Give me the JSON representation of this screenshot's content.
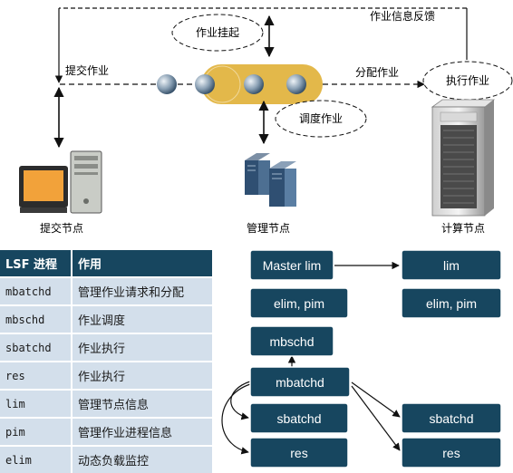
{
  "top": {
    "feedback_label": "作业信息反馈",
    "suspend_label": "作业挂起",
    "submit_label": "提交作业",
    "dispatch_label": "分配作业",
    "execute_label": "执行作业",
    "schedule_label": "调度作业"
  },
  "nodes": {
    "submit_node": "提交节点",
    "manage_node": "管理节点",
    "compute_node": "计算节点"
  },
  "table": {
    "headers": [
      "LSF 进程",
      "作用"
    ],
    "rows": [
      [
        "mbatchd",
        "管理作业请求和分配"
      ],
      [
        "mbschd",
        "作业调度"
      ],
      [
        "sbatchd",
        "作业执行"
      ],
      [
        "res",
        "作业执行"
      ],
      [
        "lim",
        "管理节点信息"
      ],
      [
        "pim",
        "管理作业进程信息"
      ],
      [
        "elim",
        "动态负载监控"
      ]
    ]
  },
  "boxes": {
    "master_lim": "Master lim",
    "lim": "lim",
    "elim_pim_left": "elim, pim",
    "elim_pim_right": "elim, pim",
    "mbschd": "mbschd",
    "mbatchd": "mbatchd",
    "sbatchd_left": "sbatchd",
    "sbatchd_right": "sbatchd",
    "res_left": "res",
    "res_right": "res"
  },
  "colors": {
    "box_fill": "#17465f",
    "table_header": "#17465f",
    "table_row": "#d3dfeb",
    "queue_highlight": "#e3b84a"
  }
}
